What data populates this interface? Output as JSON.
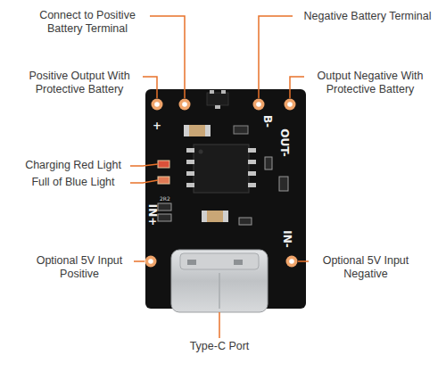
{
  "diagram": {
    "labels": [
      "Connect to Positive Battery Terminal",
      "Negative Battery Terminal",
      "Positive Output With Protective Battery",
      "Output Negative With Protective Battery",
      "Charging Red Light",
      "Full of Blue Light",
      "Optional 5V Input Positive",
      "Optional 5V Input Negative",
      "Type-C Port",
      "+",
      "B-",
      "OUT-",
      "IN+",
      "IN-",
      "2R2"
    ]
  }
}
